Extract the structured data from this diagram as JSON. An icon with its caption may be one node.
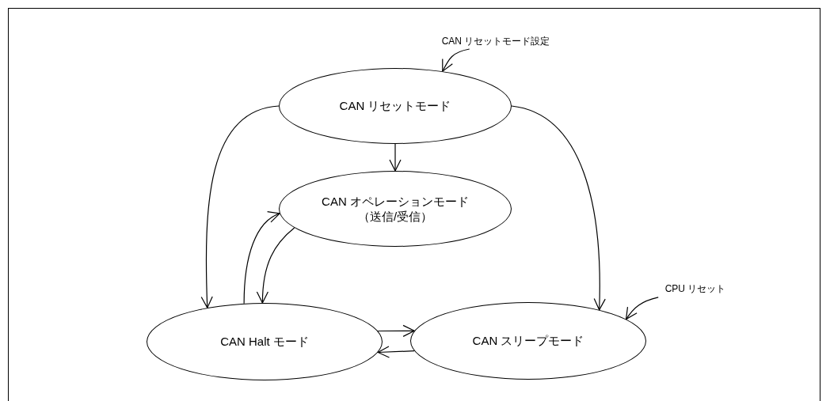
{
  "diagram": {
    "nodes": [
      {
        "text": [
          "CAN リセットモード"
        ]
      },
      {
        "text": [
          "CAN オペレーションモード",
          "（送信/受信）"
        ]
      },
      {
        "text": [
          "CAN Halt モード"
        ]
      },
      {
        "text": [
          "CAN スリープモード"
        ]
      },
      {
        "text": [
          "CAN リセットモード設定"
        ]
      },
      {
        "text": [
          "CPU リセット"
        ]
      }
    ],
    "edges": [
      {
        "from": 0,
        "to": 1,
        "arrow": "to"
      },
      {
        "from": 0,
        "to": 2,
        "arrow": "to"
      },
      {
        "from": 0,
        "to": 3,
        "arrow": "to"
      },
      {
        "from": 1,
        "to": 2,
        "arrow": "to"
      },
      {
        "from": 2,
        "to": 1,
        "arrow": "to"
      },
      {
        "from": 2,
        "to": 3,
        "arrow": "to"
      },
      {
        "from": 3,
        "to": 2,
        "arrow": "to"
      },
      {
        "from": 4,
        "to": 0,
        "arrow": "to"
      },
      {
        "from": 5,
        "to": 3,
        "arrow": "to"
      }
    ]
  }
}
